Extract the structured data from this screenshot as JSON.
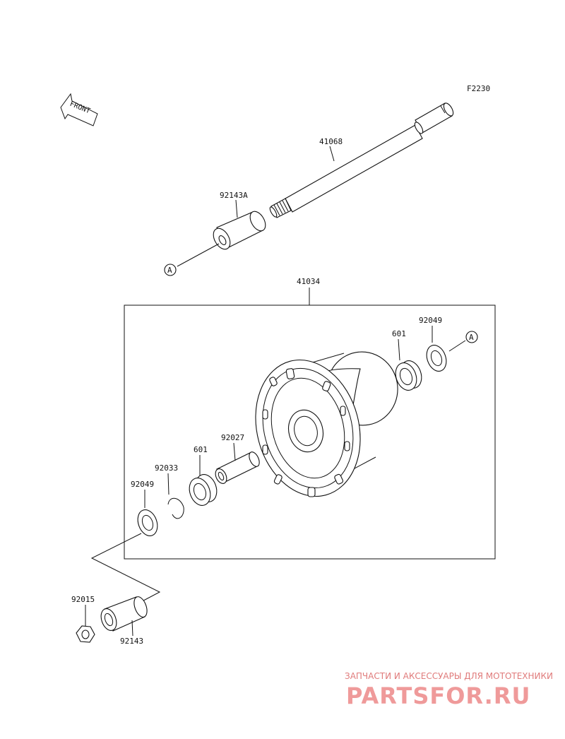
{
  "diagram_code": "F2230",
  "front_label": "FRONT",
  "callouts": {
    "axle": "41068",
    "collar_right": "92143A",
    "hub_assy": "41034",
    "seal_right": "92049",
    "bearing_right": "601",
    "spacer": "92027",
    "bearing_left": "601",
    "circlip": "92033",
    "seal_left": "92049",
    "nut": "92015",
    "collar_left": "92143"
  },
  "ref_marks": {
    "left": "A",
    "right": "A"
  },
  "watermark": {
    "line1": "ЗАПЧАСТИ И АКСЕССУАРЫ ДЛЯ МОТОТЕХНИКИ",
    "line2": "PARTSFOR.RU"
  }
}
